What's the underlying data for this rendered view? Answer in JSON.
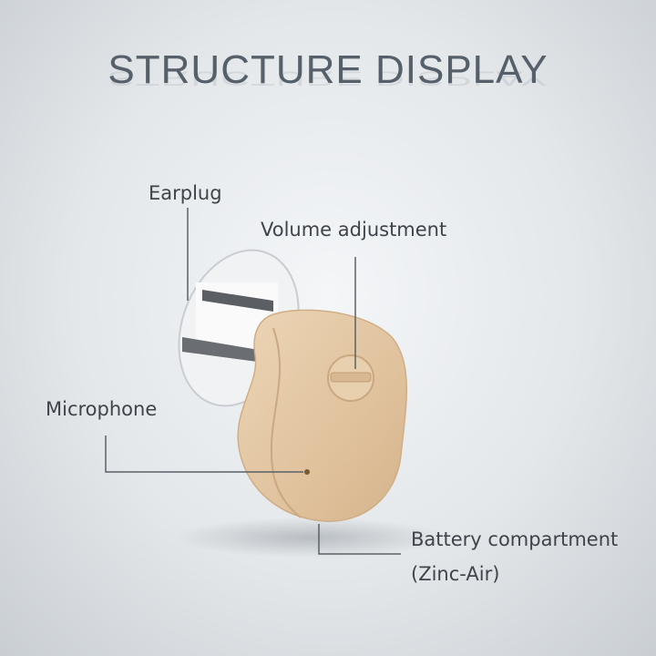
{
  "title": "STRUCTURE DISPLAY",
  "labels": {
    "earplug": "Earplug",
    "volume": "Volume adjustment",
    "microphone": "Microphone",
    "battery_line1": "Battery compartment",
    "battery_line2": "(Zinc-Air)"
  },
  "colors": {
    "body": "#e3c9a6",
    "earplug": "#f2f3f4",
    "line": "#5a6168"
  }
}
